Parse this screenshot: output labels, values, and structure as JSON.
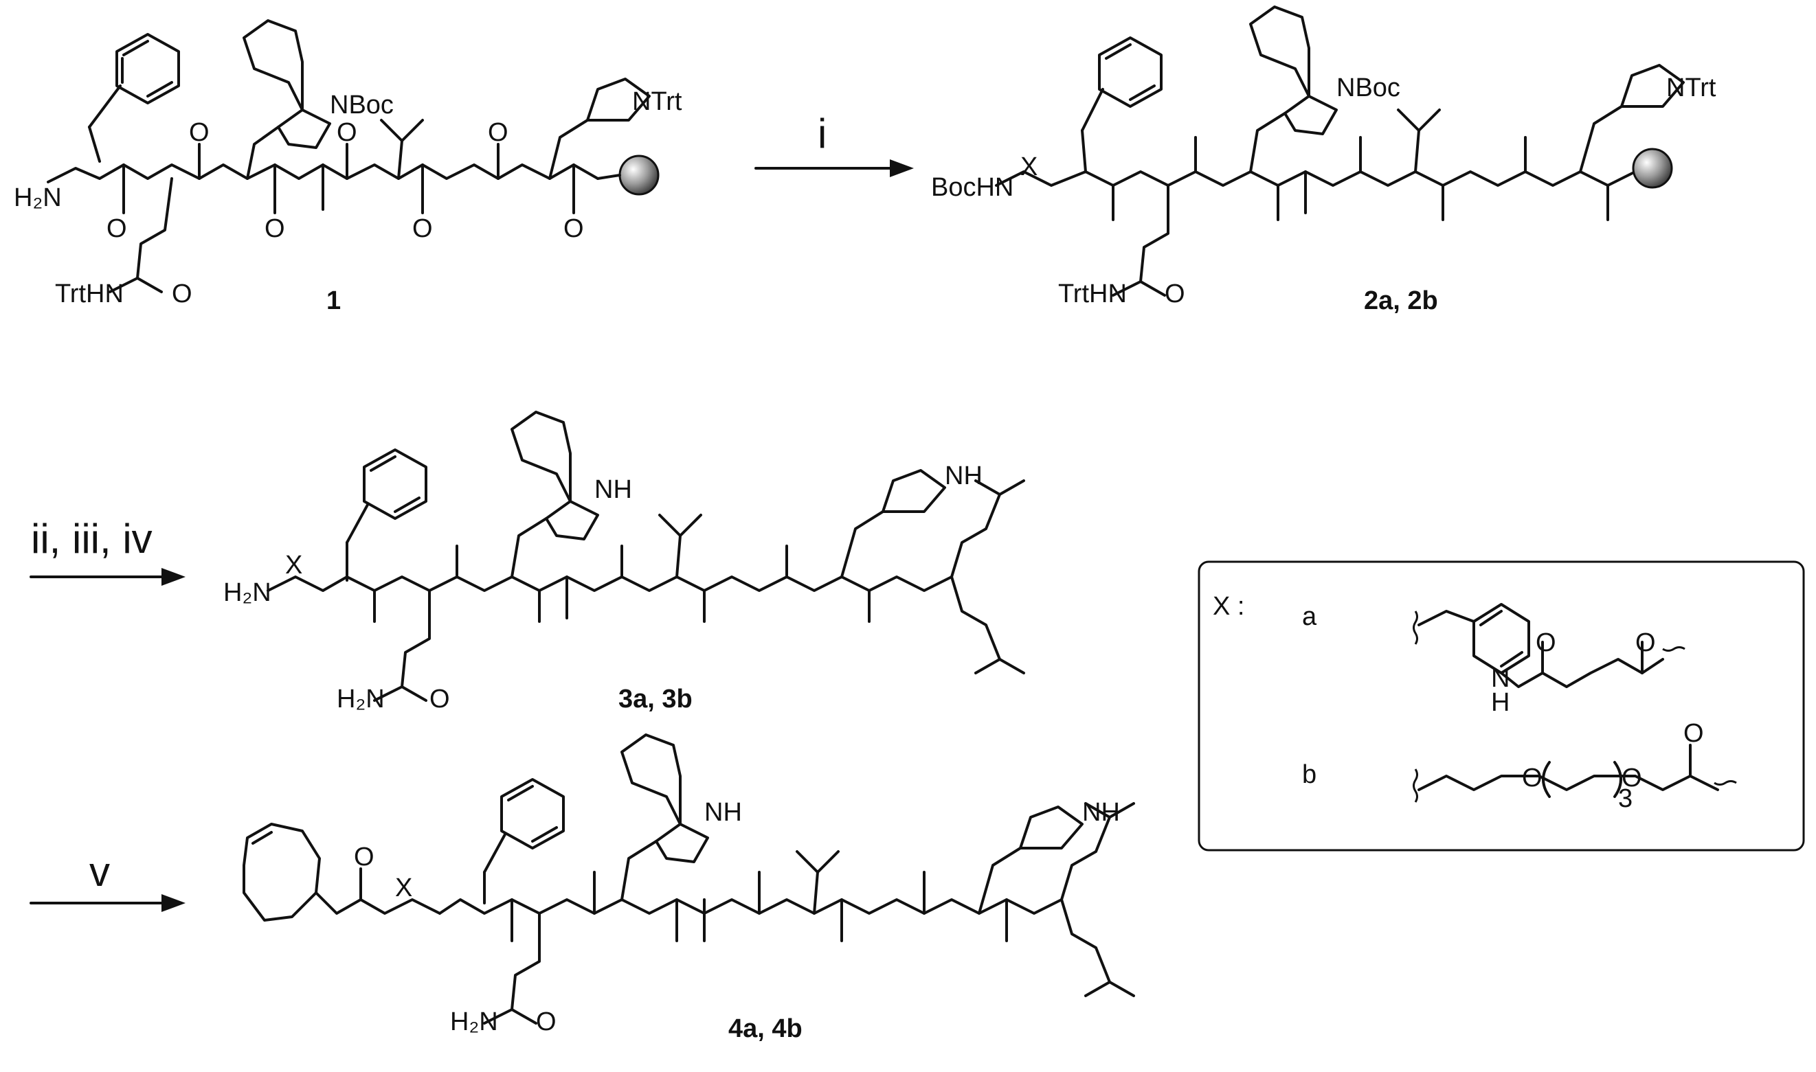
{
  "compounds": {
    "c1": "1",
    "c2": "2a, 2b",
    "c3": "3a, 3b",
    "c4": "4a, 4b"
  },
  "reagents": {
    "r1": "i",
    "r2": "ii, iii, iv",
    "r3": "v"
  },
  "atoms": {
    "h2n": "H₂N",
    "bochn": "BocHN",
    "trthn": "TrtHN",
    "h2n_amide": "H₂N",
    "nboc": "NBoc",
    "ntrt": "NTrt",
    "n": "N",
    "nh": "NH",
    "h": "H",
    "o": "O",
    "x": "X"
  },
  "legend": {
    "title": "X :",
    "a": "a",
    "b": "b",
    "o": "O",
    "nh_n": "N",
    "nh_h": "H",
    "repeat": "3"
  }
}
